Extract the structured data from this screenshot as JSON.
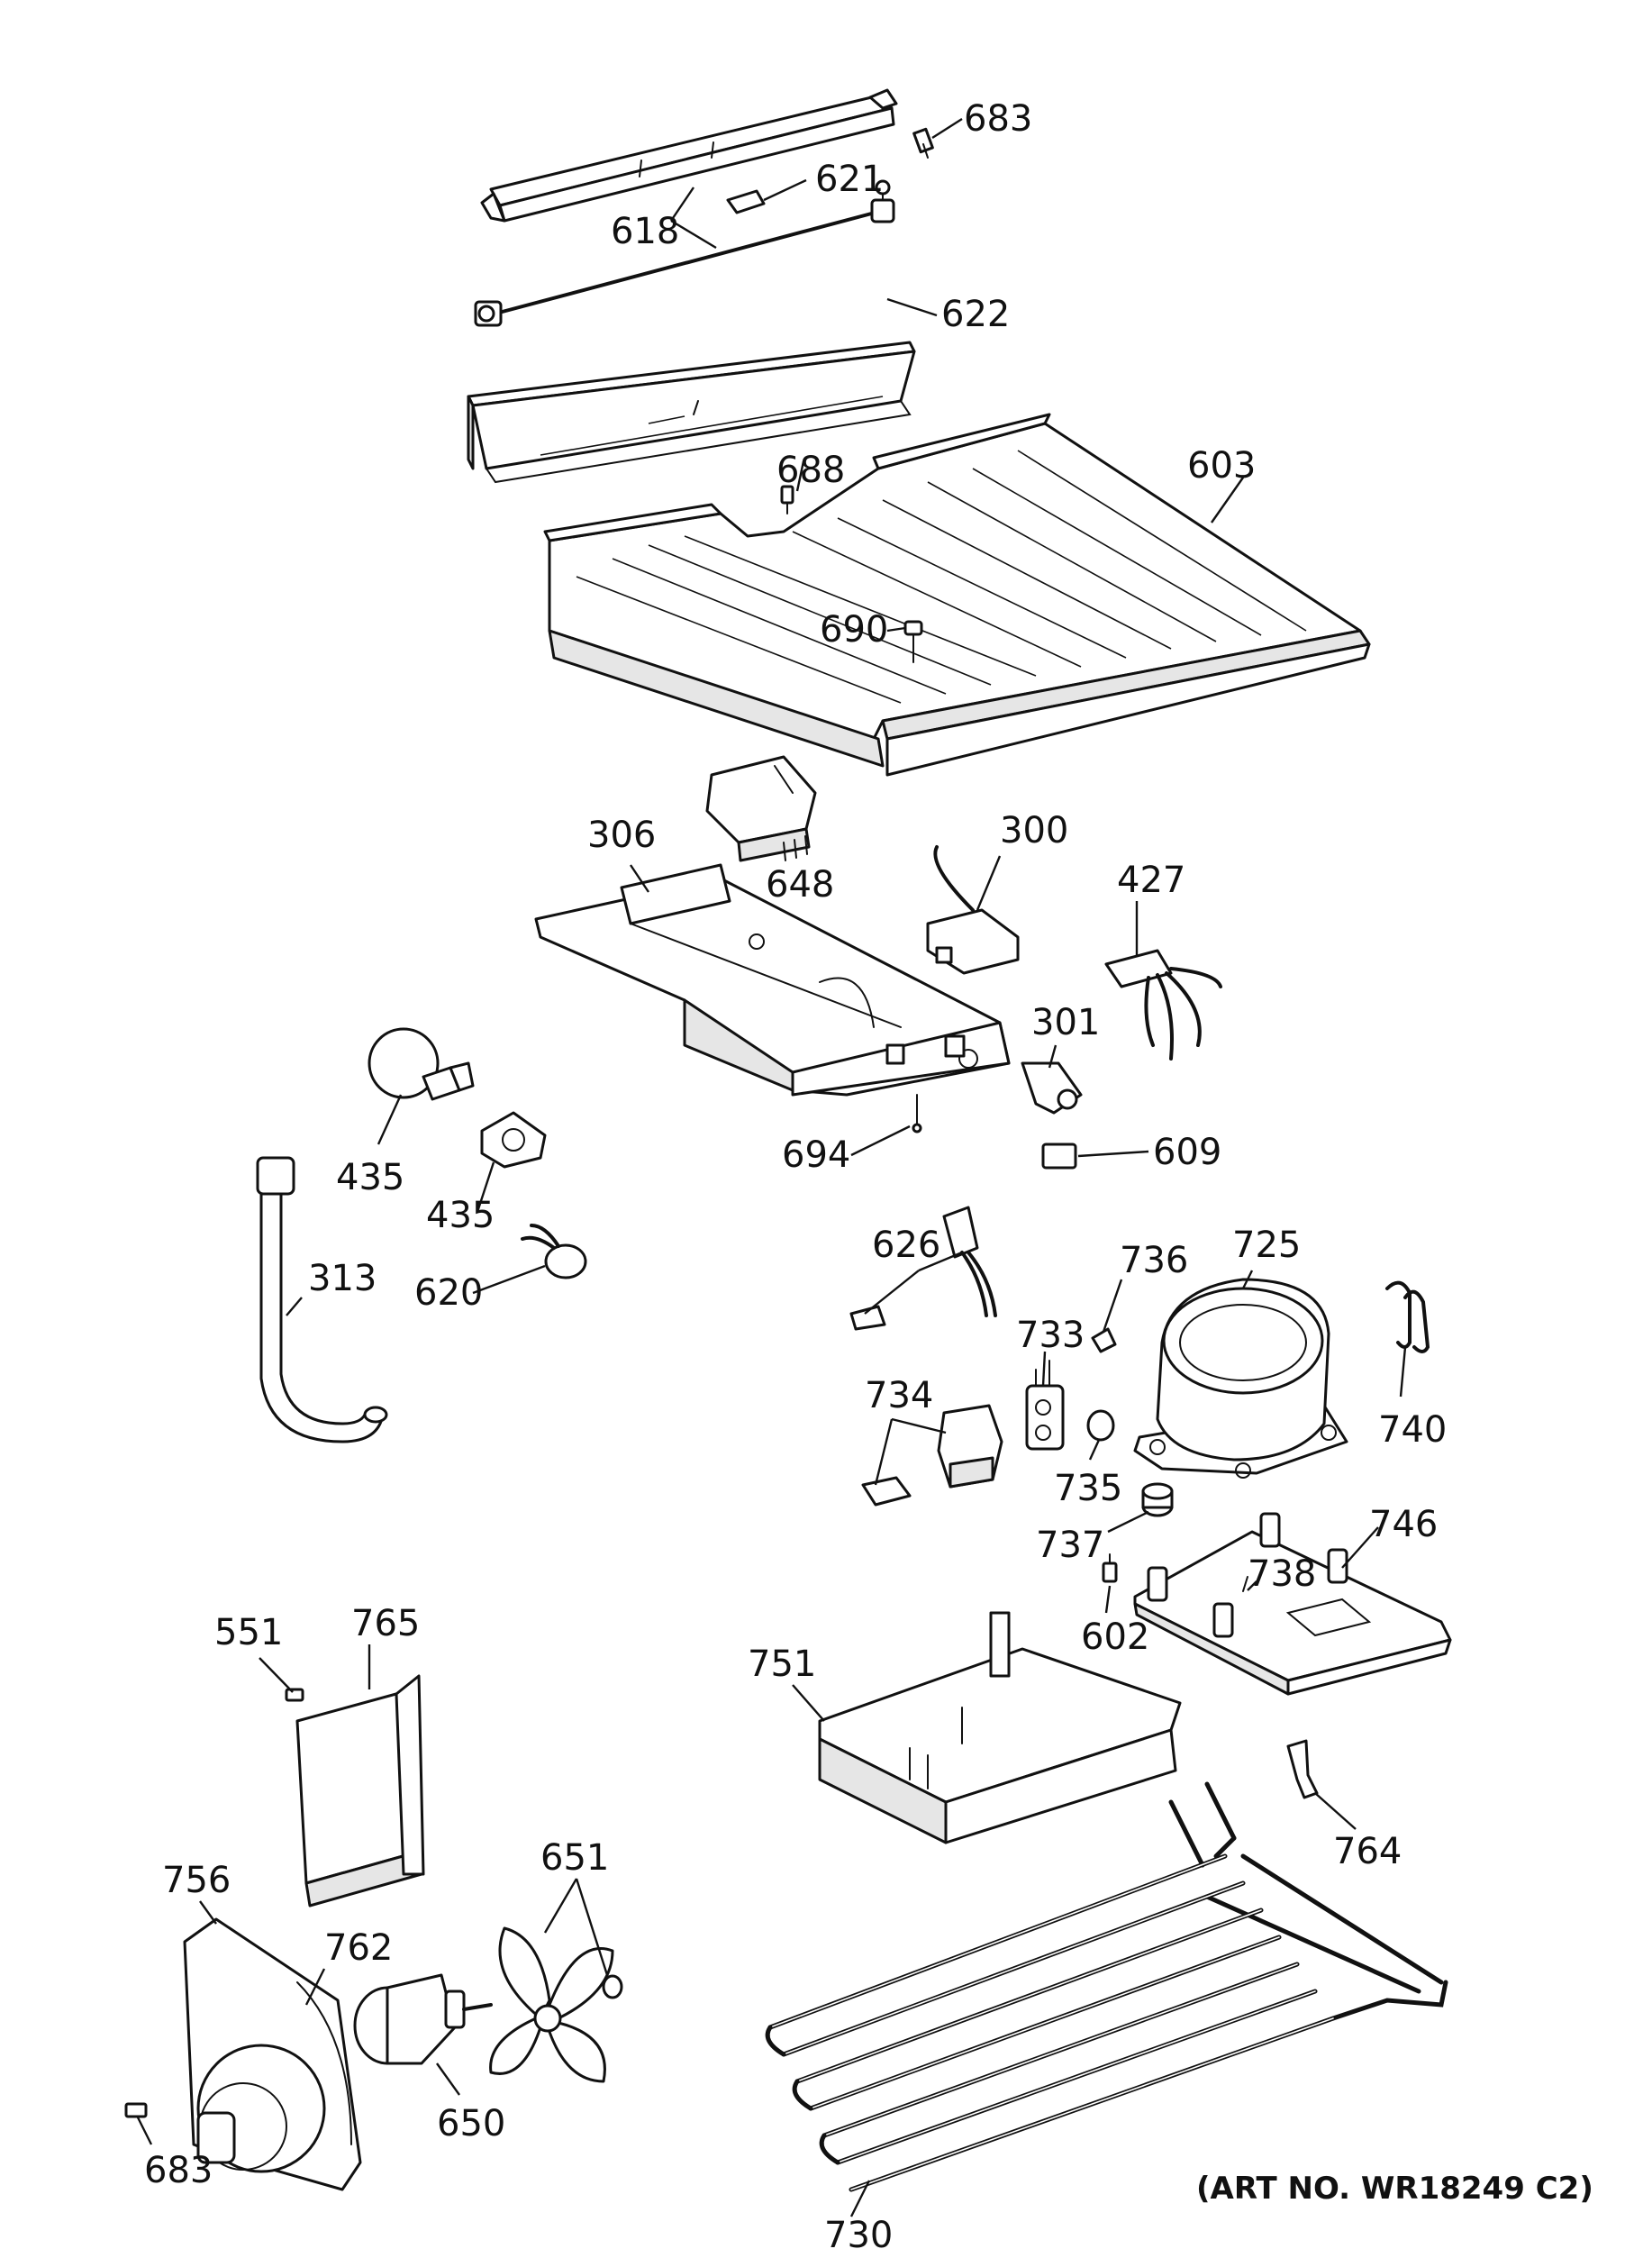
{
  "diagram": {
    "callouts": {
      "c683_top": "683",
      "c621": "621",
      "c618": "618",
      "c622": "622",
      "c688": "688",
      "c603": "603",
      "c690": "690",
      "c306": "306",
      "c648": "648",
      "c300": "300",
      "c427": "427",
      "c301": "301",
      "c694": "694",
      "c609": "609",
      "c435_bulb": "435",
      "c435_socket": "435",
      "c313": "313",
      "c620": "620",
      "c626": "626",
      "c736": "736",
      "c725": "725",
      "c733": "733",
      "c734": "734",
      "c735": "735",
      "c740": "740",
      "c737": "737",
      "c746": "746",
      "c738": "738",
      "c602": "602",
      "c551": "551",
      "c765": "765",
      "c751": "751",
      "c764": "764",
      "c651": "651",
      "c756": "756",
      "c762": "762",
      "c650": "650",
      "c683_bottom": "683",
      "c730": "730"
    },
    "art_number": "(ART NO. WR18249 C2)"
  }
}
